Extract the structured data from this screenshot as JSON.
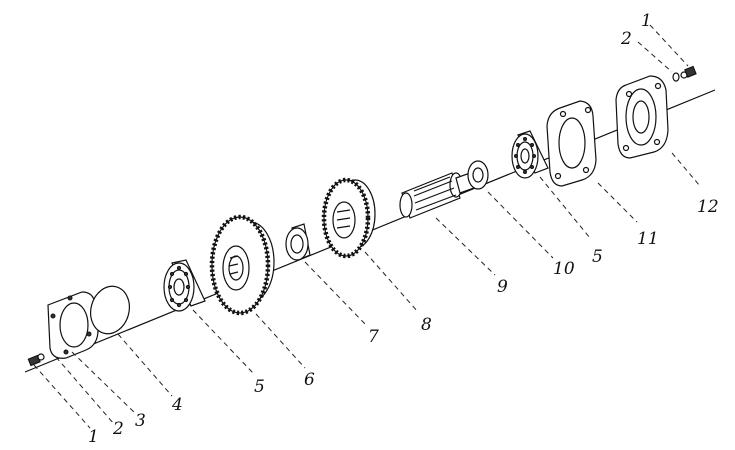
{
  "callouts": {
    "c1_left": "1",
    "c2_left": "2",
    "c3": "3",
    "c4": "4",
    "c5_left": "5",
    "c6": "6",
    "c7": "7",
    "c8": "8",
    "c9": "9",
    "c10": "10",
    "c5_right": "5",
    "c11": "11",
    "c12": "12",
    "c1_right": "1",
    "c2_right": "2"
  },
  "colors": {
    "line": "#111111",
    "background": "#ffffff"
  }
}
